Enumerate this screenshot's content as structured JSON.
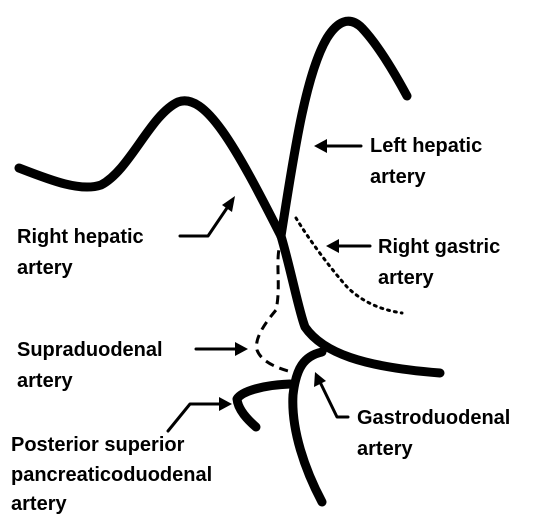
{
  "labels": {
    "left_hepatic": [
      "Left hepatic",
      "artery"
    ],
    "right_hepatic": [
      "Right hepatic",
      "artery"
    ],
    "right_gastric": [
      "Right gastric",
      "artery"
    ],
    "supraduodenal": [
      "Supraduodenal",
      "artery"
    ],
    "gastroduodenal": [
      "Gastroduodenal",
      "artery"
    ],
    "posterior_superior_pancreaticoduodenal": [
      "Posterior superior",
      "pancreaticoduodenal",
      "artery"
    ]
  }
}
